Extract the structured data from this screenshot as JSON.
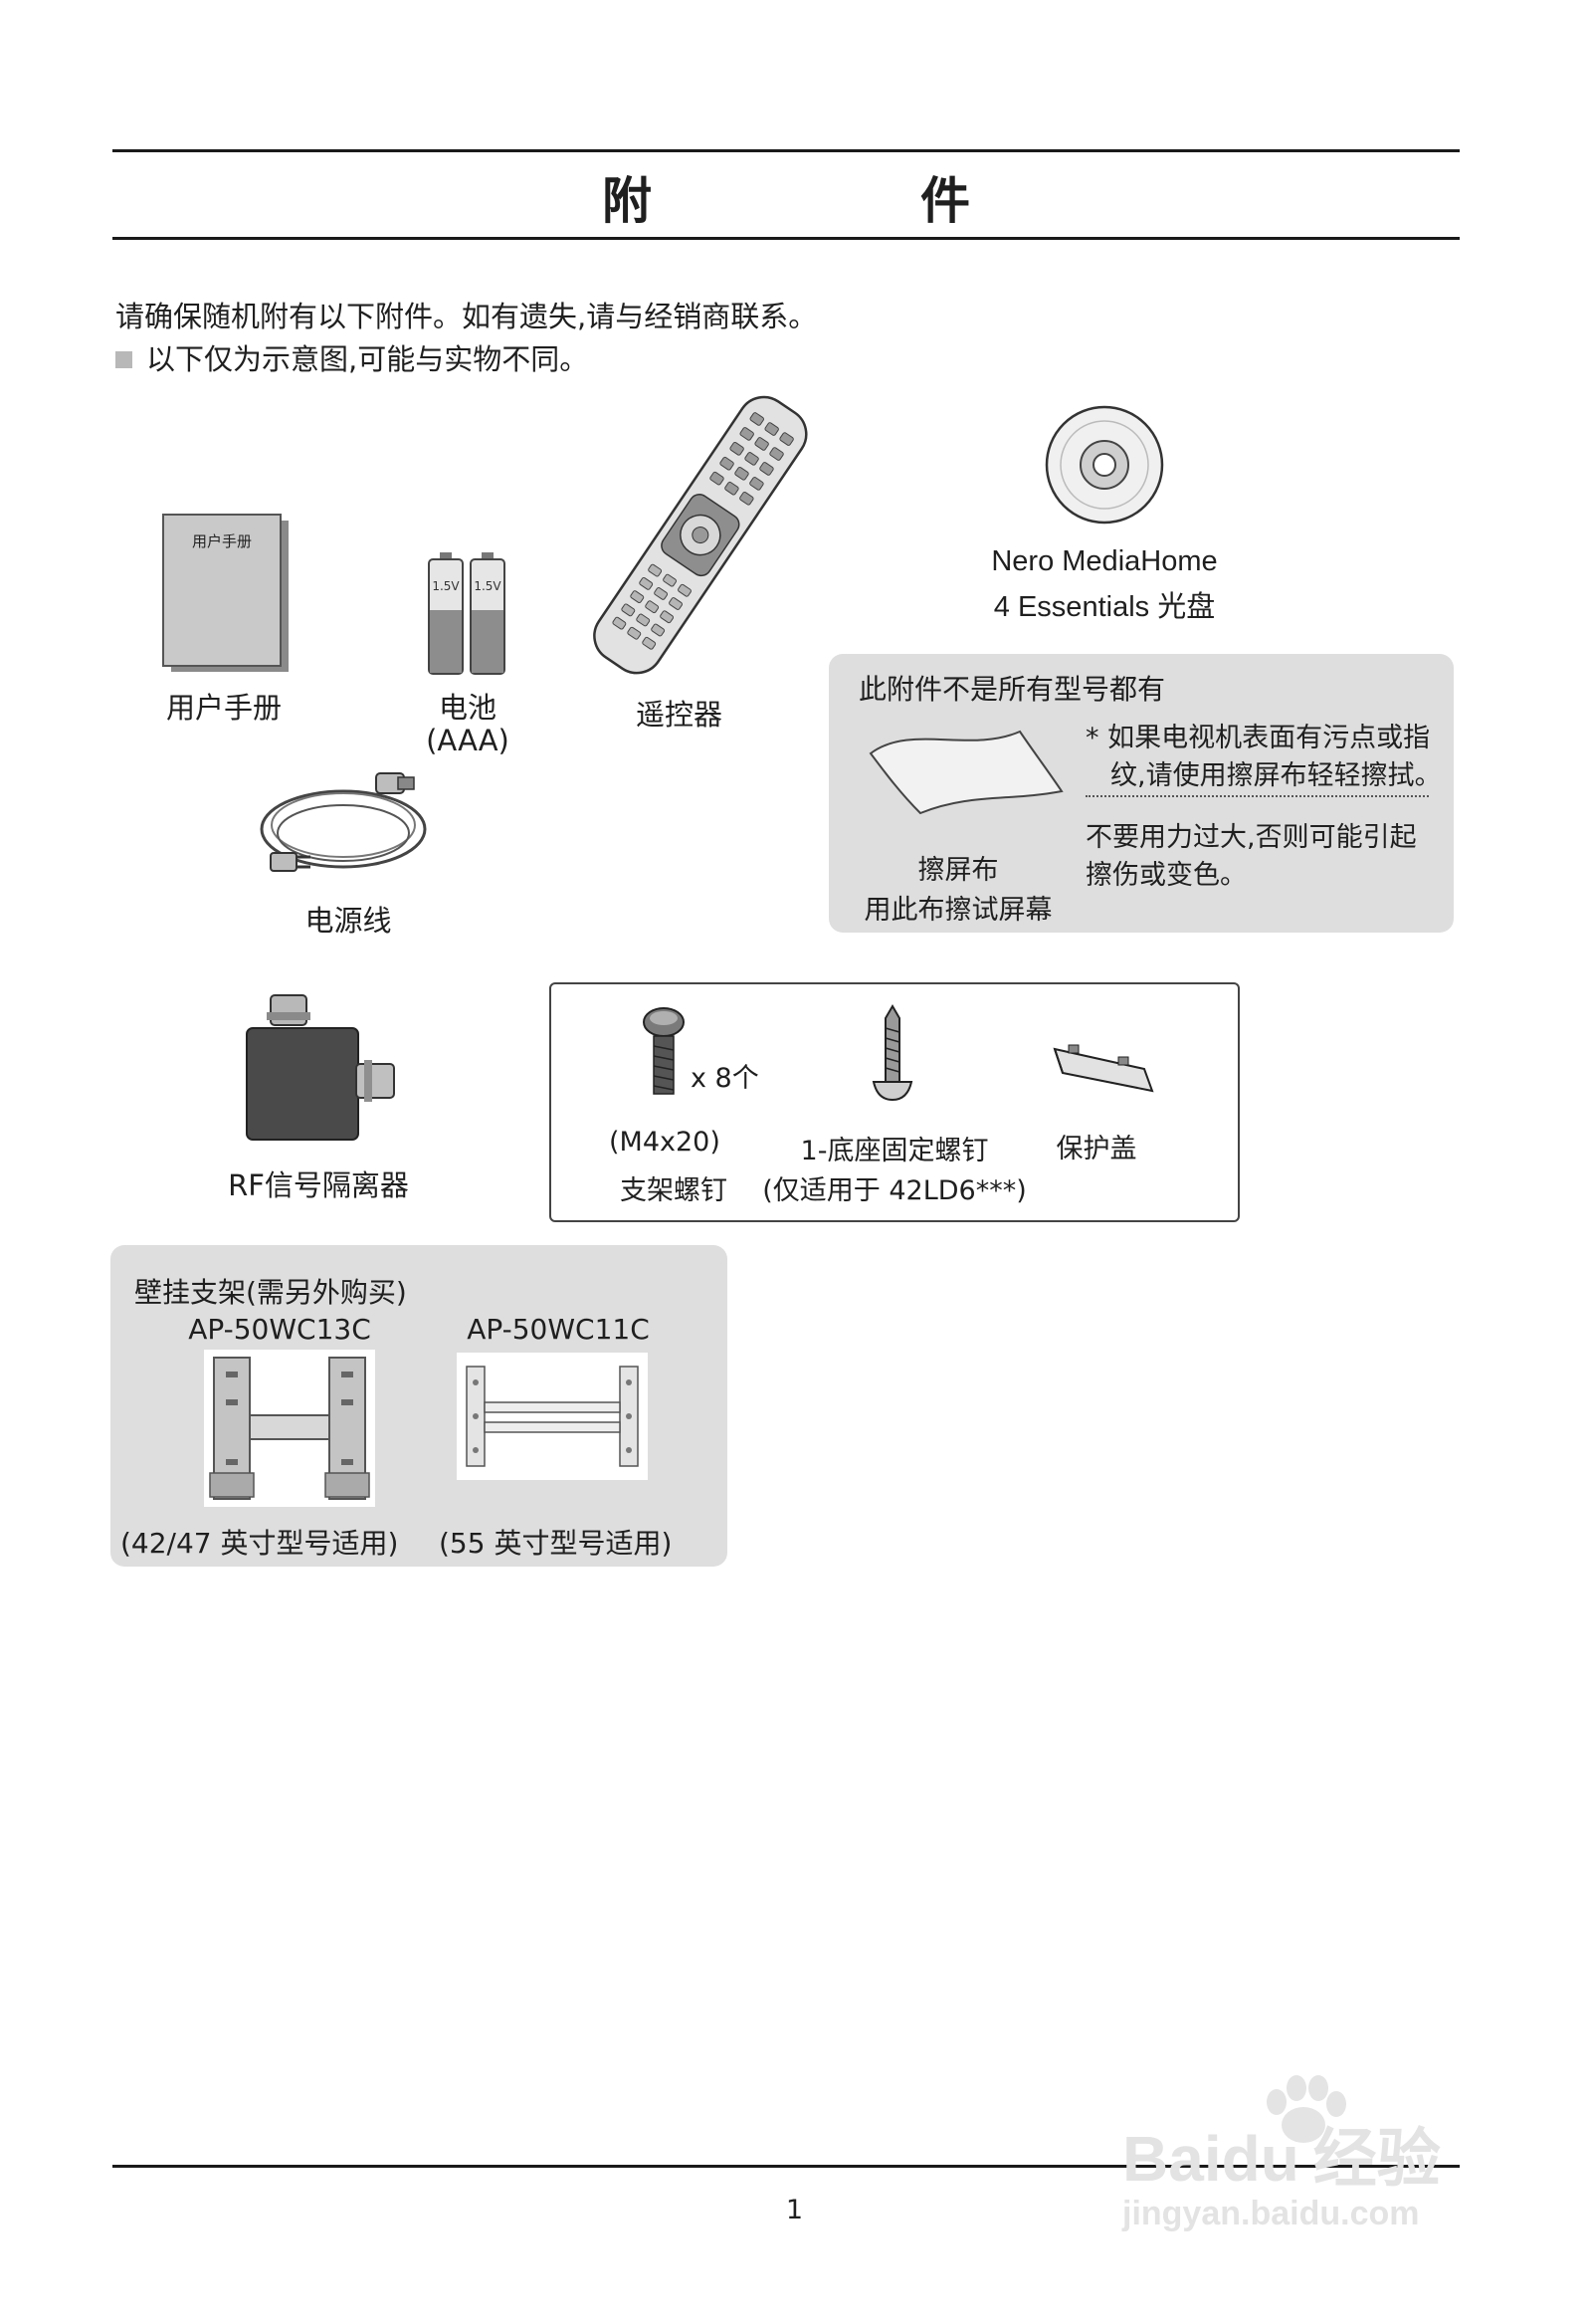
{
  "page": {
    "title": "附　件",
    "intro": "请确保随机附有以下附件。如有遗失,请与经销商联系。",
    "note": "以下仅为示意图,可能与实物不同。",
    "page_number": "1"
  },
  "items": {
    "manual_cover": "用户手册",
    "manual": "用户手册",
    "battery_volt": "1.5V",
    "battery": "电池",
    "battery_type": "(AAA)",
    "remote": "遥控器",
    "power_cord": "电源线",
    "cd_line1": "Nero MediaHome",
    "cd_line2": "4 Essentials 光盘",
    "rf": "RF信号隔离器"
  },
  "optional_box": {
    "heading": "此附件不是所有型号都有",
    "cloth_label": "擦屏布",
    "cloth_desc": "用此布擦试屏幕",
    "note1_line1": "* 如果电视机表面有污点或指",
    "note1_line2": "纹,请使用擦屏布轻轻擦拭。",
    "note2_line1": "不要用力过大,否则可能引起",
    "note2_line2": "擦伤或变色。"
  },
  "screws_box": {
    "bolt_qty": "x 8个",
    "bolt_size": "(M4x20)",
    "bolt_label": "支架螺钉",
    "screw_label": "1-底座固定螺钉",
    "screw_note": "(仅适用于 42LD6***)",
    "cover_label": "保护盖"
  },
  "wall_box": {
    "heading": "壁挂支架(需另外购买)",
    "model1": "AP-50WC13C",
    "model2": "AP-50WC11C",
    "fit1": "(42/47 英寸型号适用)",
    "fit2": "(55 英寸型号适用)"
  },
  "watermark": {
    "brand": "Bai",
    "brand2": "du",
    "brand3": "经验",
    "url": "jingyan.baidu.com"
  }
}
